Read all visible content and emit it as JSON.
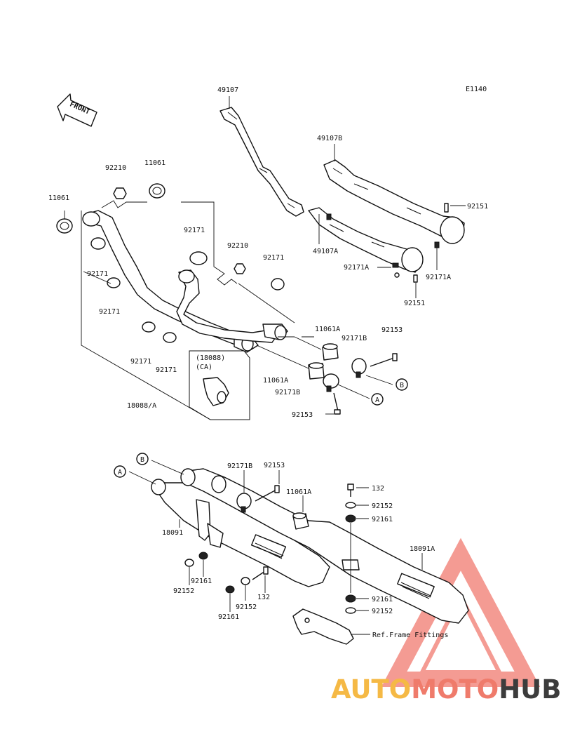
{
  "diagram_code": "E1140",
  "front_label": "FRONT",
  "labels": {
    "p49107": "49107",
    "p49107b": "49107B",
    "p92151_top": "92151",
    "p49107a": "49107A",
    "p92171a_left": "92171A",
    "p92171a_right": "92171A",
    "p92151_bottom": "92151",
    "p92210_top": "92210",
    "p11061_top": "11061",
    "p11061_left": "11061",
    "p92171_1": "92171",
    "p92210_mid": "92210",
    "p92171_2": "92171",
    "p92171_3": "92171",
    "p92171_4": "92171",
    "p92171_5": "92171",
    "p92171_6": "92171",
    "p18088_ca_1": "(18088)",
    "p18088_ca_2": "(CA)",
    "p18088a": "18088/A",
    "p11061a_1": "11061A",
    "p92153_1": "92153",
    "p92171b_1": "92171B",
    "p11061a_2": "11061A",
    "p92171b_2": "92171B",
    "p92153_2": "92153",
    "p92171b_3": "92171B",
    "p92153_3": "92153",
    "p11061a_3": "11061A",
    "p132_1": "132",
    "p92152_1": "92152",
    "p92161_1": "92161",
    "p18091": "18091",
    "p18091a": "18091A",
    "p92161_2": "92161",
    "p92152_2": "92152",
    "p132_2": "132",
    "p92152_3": "92152",
    "p92161_3": "92161",
    "p92161_4": "92161",
    "p92152_4": "92152",
    "ref_frame": "Ref.Frame Fittings"
  },
  "markers": {
    "a_upper": "A",
    "b_upper": "B",
    "a_lower": "A",
    "b_lower": "B"
  },
  "watermark": {
    "part1": "AUTO",
    "part2": "MOTO",
    "part3": "HUB",
    "colors": {
      "auto": "#f5b945",
      "moto": "#ef7b6b",
      "hub": "#3c3c3c",
      "triangle": "#ec4a3c"
    }
  }
}
